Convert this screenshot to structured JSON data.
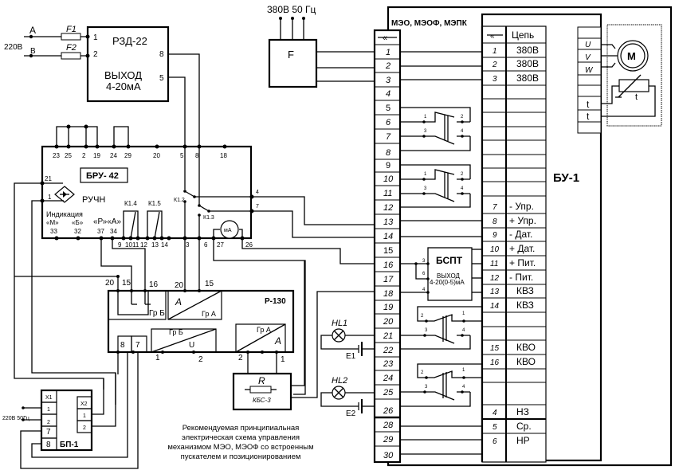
{
  "diagram": {
    "caption": [
      "Рекомендуемая принципиальная",
      "электрическая схема управления",
      "механизмом МЭО, МЭОФ со встроенным",
      "пускателем и позиционированием"
    ],
    "supply_left": {
      "voltage": "220В",
      "phase_a": "A",
      "phase_b": "B",
      "fuse1": "F1",
      "fuse2": "F2"
    },
    "supply_top": {
      "label": "380В 50 Гц",
      "filter": "F"
    },
    "rzd": {
      "title": "РЗД-22",
      "output": "ВЫХОД",
      "range": "4-20мА",
      "pins": [
        "1",
        "2",
        "8",
        "5"
      ]
    },
    "bru": {
      "title": "БРУ- 42",
      "mode": "РУЧН",
      "indication": "Индикация",
      "ind_m": "«М»",
      "ind_b": "«Б»",
      "ra": "«Р»«А»",
      "top_pins": [
        "23",
        "25",
        "2",
        "19",
        "24",
        "29",
        "20",
        "5",
        "8",
        "18"
      ],
      "bottom_pins": [
        "33",
        "32",
        "37",
        "34",
        "9",
        "10",
        "11",
        "12",
        "13",
        "14",
        "3",
        "6",
        "27",
        "26"
      ],
      "left_pins": [
        "21",
        "1"
      ],
      "right_pins": [
        "4",
        "7"
      ],
      "relays": [
        "К1.4",
        "К1.5",
        "К1.2",
        "К1.3"
      ],
      "meter": "мА"
    },
    "r130": {
      "title": "Р-130",
      "top_pins": [
        "20",
        "15",
        "16",
        "20",
        "15"
      ],
      "grp_b": "Гр Б",
      "grp_a": "Гр А",
      "a": "A",
      "u": "U",
      "bottom_pins": [
        "8",
        "7",
        "1",
        "2",
        "2",
        "1"
      ]
    },
    "kbs": {
      "r": "R",
      "name": "КБС-3"
    },
    "bp1": {
      "title": "БП-1",
      "x1": "X1",
      "x2": "X2",
      "pins_left": [
        "1",
        "2",
        "7",
        "8"
      ],
      "pins_right": [
        "1",
        "2"
      ],
      "supply": "220В 50Гц"
    },
    "lamps": [
      {
        "name": "HL1",
        "battery": "E1"
      },
      {
        "name": "HL2",
        "battery": "E2"
      }
    ],
    "meo": {
      "title": "МЭО, МЭОФ, МЭПК",
      "header": "«",
      "terminals": [
        "1",
        "2",
        "3",
        "4",
        "5",
        "6",
        "7",
        "8",
        "9",
        "10",
        "11",
        "12",
        "13",
        "14",
        "15",
        "16",
        "17",
        "18",
        "19",
        "20",
        "21",
        "22",
        "23",
        "24",
        "25",
        "26",
        "28",
        "29",
        "30"
      ]
    },
    "bspt": {
      "title": "БСПТ",
      "output": "ВЫХОД",
      "range": "4-20(0-5)мА",
      "pins": [
        "3",
        "6",
        "4"
      ]
    },
    "switch_pins": [
      "1",
      "2",
      "3",
      "4"
    ],
    "bu1": {
      "title": "БУ-1",
      "col_header": "Цепь",
      "rows": [
        {
          "n": "1",
          "label": "380В"
        },
        {
          "n": "2",
          "label": "380В"
        },
        {
          "n": "3",
          "label": "380В"
        },
        {
          "n": "",
          "label": ""
        },
        {
          "n": "",
          "label": ""
        },
        {
          "n": "",
          "label": ""
        },
        {
          "n": "",
          "label": ""
        },
        {
          "n": "",
          "label": ""
        },
        {
          "n": "",
          "label": ""
        },
        {
          "n": "",
          "label": ""
        },
        {
          "n": "",
          "label": ""
        },
        {
          "n": "7",
          "label": "- Упр."
        },
        {
          "n": "8",
          "label": "+ Упр."
        },
        {
          "n": "9",
          "label": "- Дат."
        },
        {
          "n": "10",
          "label": "+ Дат."
        },
        {
          "n": "11",
          "label": "+ Пит."
        },
        {
          "n": "12",
          "label": "- Пит."
        },
        {
          "n": "13",
          "label": "КВЗ"
        },
        {
          "n": "14",
          "label": "КВЗ"
        },
        {
          "n": "",
          "label": ""
        },
        {
          "n": "",
          "label": ""
        },
        {
          "n": "15",
          "label": "КВО"
        },
        {
          "n": "16",
          "label": "КВО"
        },
        {
          "n": "",
          "label": ""
        },
        {
          "n": "",
          "label": ""
        },
        {
          "n": "4",
          "label": "НЗ"
        },
        {
          "n": "5",
          "label": "Ср."
        },
        {
          "n": "6",
          "label": "НР"
        }
      ],
      "motor_terms": [
        "U",
        "V",
        "W",
        "t",
        "t"
      ],
      "motor": "M",
      "thermo": "t"
    }
  }
}
